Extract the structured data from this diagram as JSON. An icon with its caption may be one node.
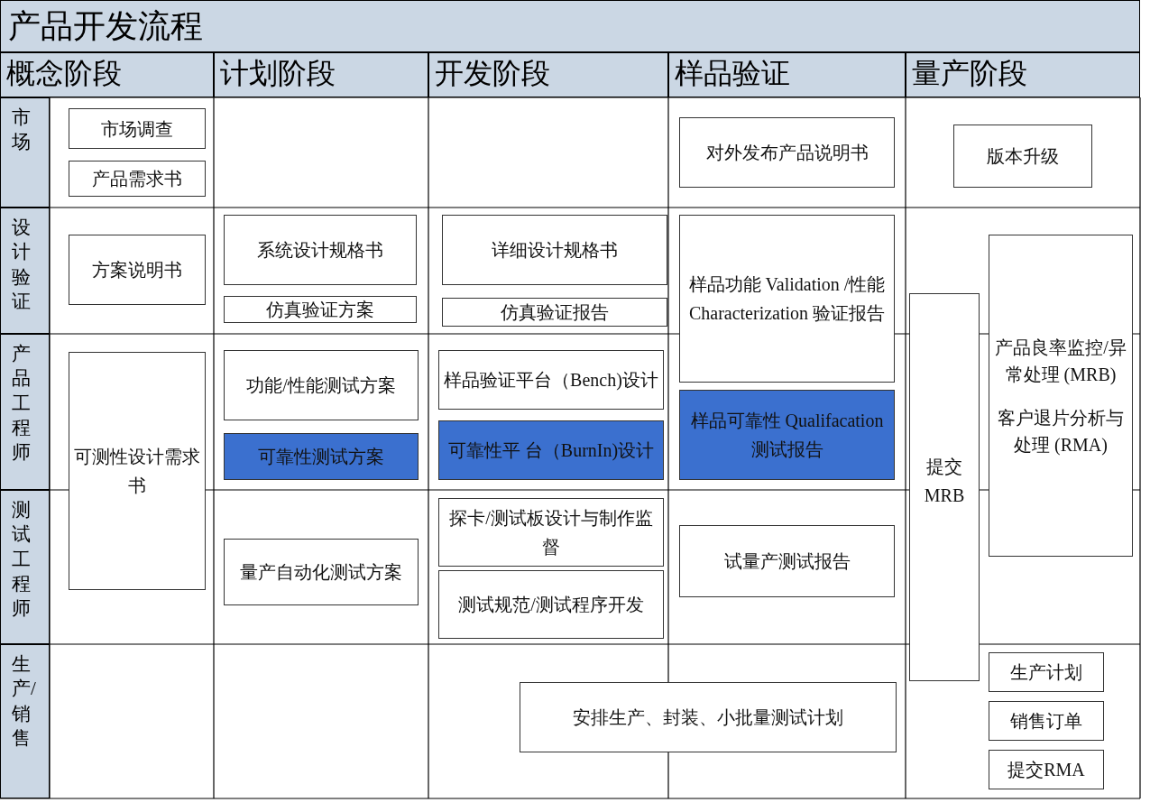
{
  "diagram": {
    "title": "产品开发流程",
    "nodes": [
      {
        "text": [
          "市场调查"
        ]
      },
      {
        "text": [
          "产品需求书"
        ]
      },
      {
        "text": [
          "对外发布产品说明书"
        ]
      },
      {
        "text": [
          "版本升级"
        ]
      },
      {
        "text": [
          "方案说明书"
        ]
      },
      {
        "text": [
          "系统设计规格书"
        ]
      },
      {
        "text": [
          "仿真验证方案"
        ]
      },
      {
        "text": [
          "详细设计规格书"
        ]
      },
      {
        "text": [
          "仿真验证报告"
        ]
      },
      {
        "text": [
          "样品功能 Validation /性能 Characterization 验证报告"
        ]
      },
      {
        "text": [
          "产品良率监控/异常处理 (MRB)",
          "客户退片分析与处理 (RMA)"
        ]
      },
      {
        "text": [
          "提交MRB"
        ]
      },
      {
        "text": [
          "可测性设计需求书"
        ]
      },
      {
        "text": [
          "功能/性能测试方案"
        ]
      },
      {
        "text": [
          "可靠性测试方案"
        ]
      },
      {
        "text": [
          "样品验证平台（Bench)设计"
        ]
      },
      {
        "text": [
          "可靠性平 台（BurnIn)设计"
        ]
      },
      {
        "text": [
          "样品可靠性 Qualifacation 测试报告"
        ]
      },
      {
        "text": [
          "探卡/测试板设计与制作监督"
        ]
      },
      {
        "text": [
          "测试规范/测试程序开发"
        ]
      },
      {
        "text": [
          "量产自动化测试方案"
        ]
      },
      {
        "text": [
          "试量产测试报告"
        ]
      },
      {
        "text": [
          "安排生产、封装、小批量测试计划"
        ]
      },
      {
        "text": [
          "生产计划"
        ]
      },
      {
        "text": [
          "销售订单"
        ]
      },
      {
        "text": [
          "提交RMA"
        ]
      }
    ],
    "labels": [
      "概念阶段",
      "计划阶段",
      "开发阶段",
      "样品验证",
      "量产阶段",
      "市场",
      "设计验证",
      "产品工程师",
      "测试工程师",
      "生产/销售"
    ]
  }
}
